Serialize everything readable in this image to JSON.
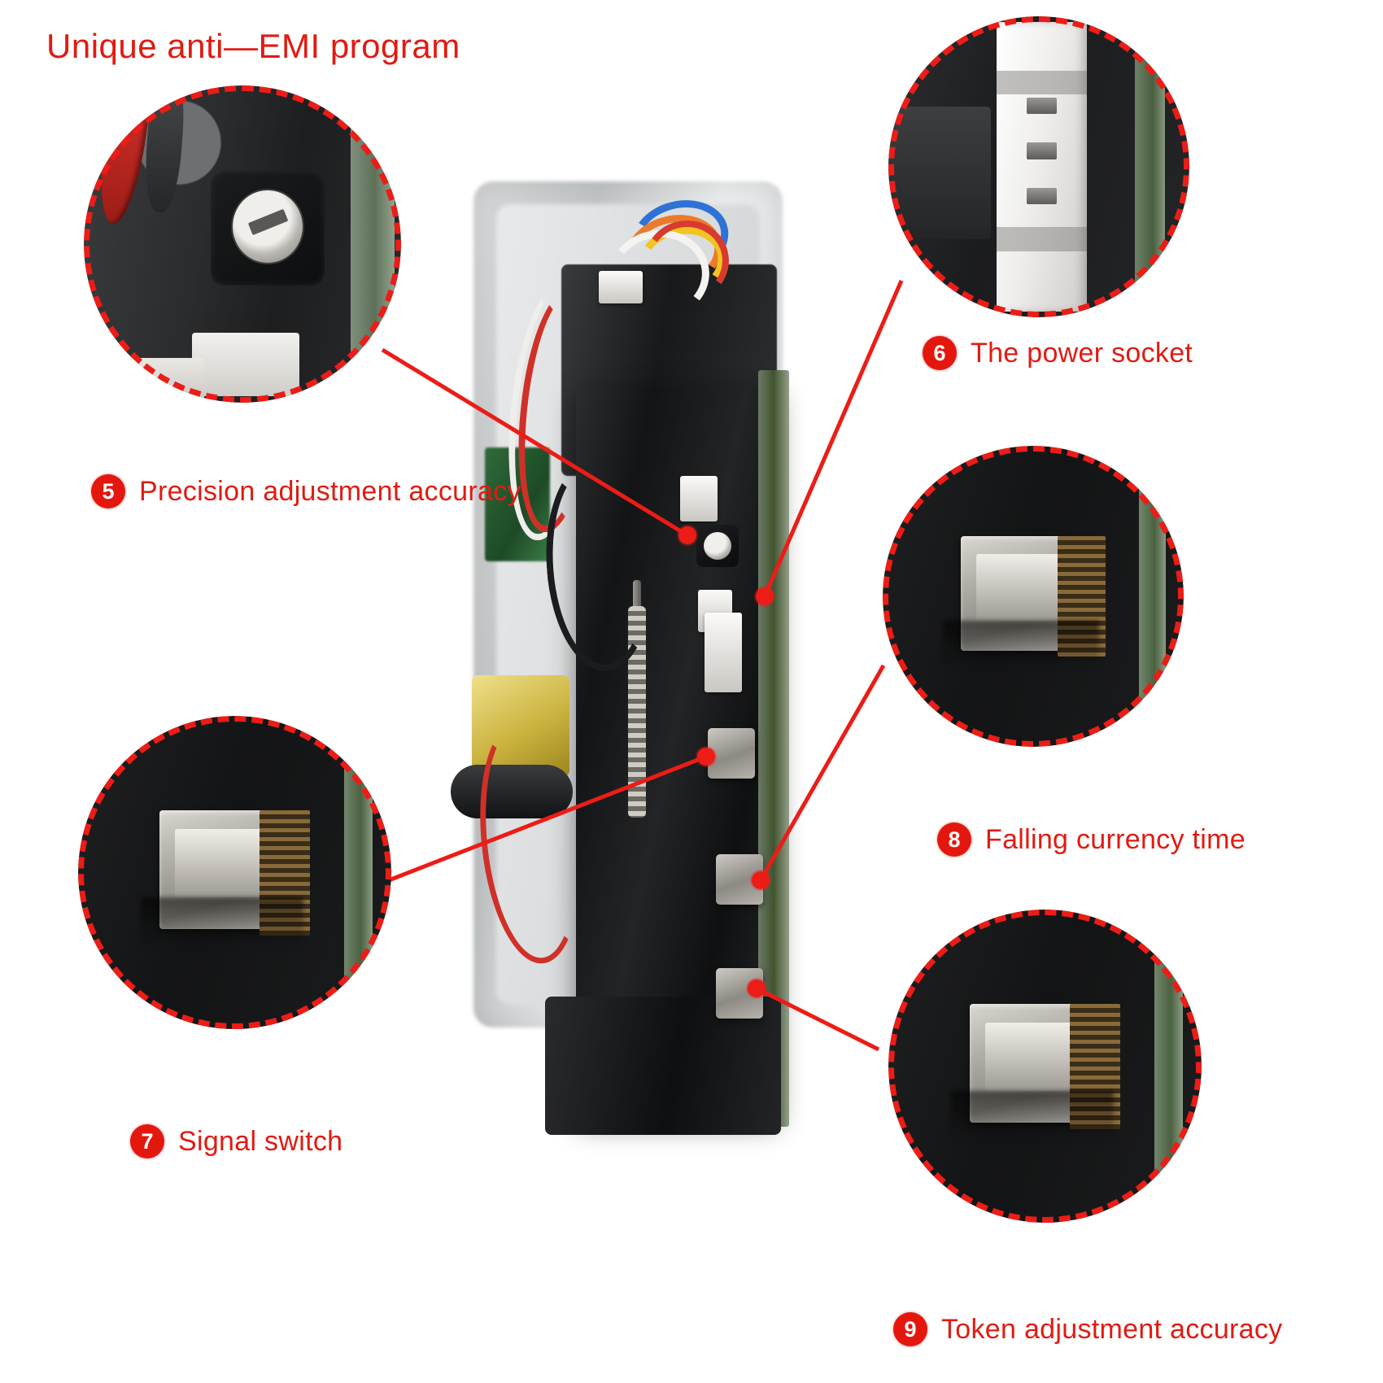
{
  "page": {
    "title": "Unique anti—EMI program",
    "accent_color": "#e4170e",
    "background_color": "#ffffff",
    "text_color": "#e01b12"
  },
  "callouts": [
    {
      "number": "5",
      "label": "Precision adjustment accuracy",
      "detail_icon": "trimmer-potentiometer-photo",
      "position": "upper-left"
    },
    {
      "number": "6",
      "label": "The power socket",
      "detail_icon": "white-connector-photo",
      "position": "upper-right"
    },
    {
      "number": "7",
      "label": "Signal switch",
      "detail_icon": "micro-switch-photo",
      "position": "lower-left"
    },
    {
      "number": "8",
      "label": "Falling currency time",
      "detail_icon": "micro-switch-photo",
      "position": "middle-right"
    },
    {
      "number": "9",
      "label": "Token adjustment accuracy",
      "detail_icon": "micro-switch-photo",
      "position": "lower-right"
    }
  ],
  "product": {
    "name": "coin-acceptor-module-photo",
    "description": "coin selector / acceptor mechanism, side view with wiring harness"
  }
}
